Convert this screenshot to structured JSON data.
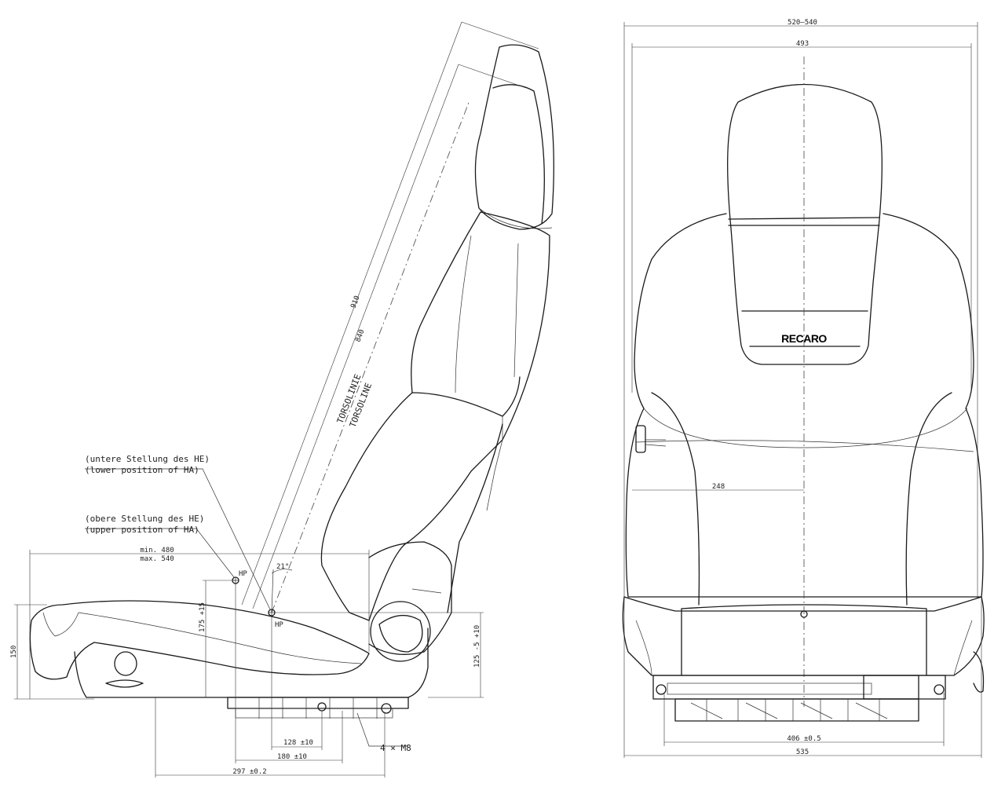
{
  "side_view": {
    "note_lower_de": "(untere Stellung des HE)",
    "note_lower_en": "(lower position of HA)",
    "note_upper_de": "(obere Stellung des HE)",
    "note_upper_en": "(upper position of HA)",
    "dim_min": "min. 480",
    "dim_max": "max. 540",
    "dim_910": "910",
    "dim_840": "840",
    "torso_de": "TORSOLINIE",
    "torso_en": "TORSOLINE",
    "angle": "21°",
    "hp_upper": "HP",
    "hp_lower": "HP",
    "dim_175": "175 +15",
    "dim_150": "150",
    "dim_125": "125 -5 +10",
    "dim_128": "128 ±10",
    "dim_180": "180 ±10",
    "dim_297": "297 ±0.2",
    "bolts": "4 × M8"
  },
  "front_view": {
    "dim_520_540": "520–540",
    "dim_493": "493",
    "brand": "RECARO",
    "dim_248": "248",
    "dim_406": "406 ±0.5",
    "dim_535": "535"
  }
}
